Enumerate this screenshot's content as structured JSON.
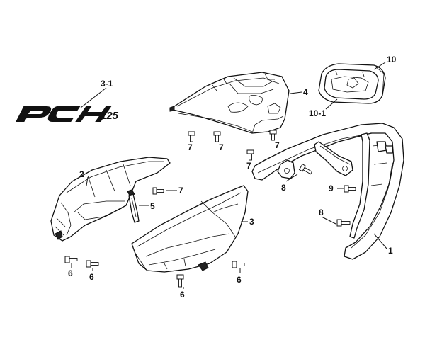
{
  "logo": {
    "text": "PCH 125"
  },
  "callouts": {
    "c31": "3-1",
    "c10": "10",
    "c101": "10-1",
    "c4": "4",
    "c2": "2",
    "c3": "3",
    "c5": "5",
    "c1": "1",
    "c7a": "7",
    "c7b": "7",
    "c7c": "7",
    "c7d": "7",
    "c7e": "7",
    "c8a": "8",
    "c8b": "8",
    "c9": "9",
    "c6a": "6",
    "c6b": "6",
    "c6c": "6",
    "c6d": "6"
  },
  "colors": {
    "line": "#111111",
    "background": "#ffffff"
  }
}
